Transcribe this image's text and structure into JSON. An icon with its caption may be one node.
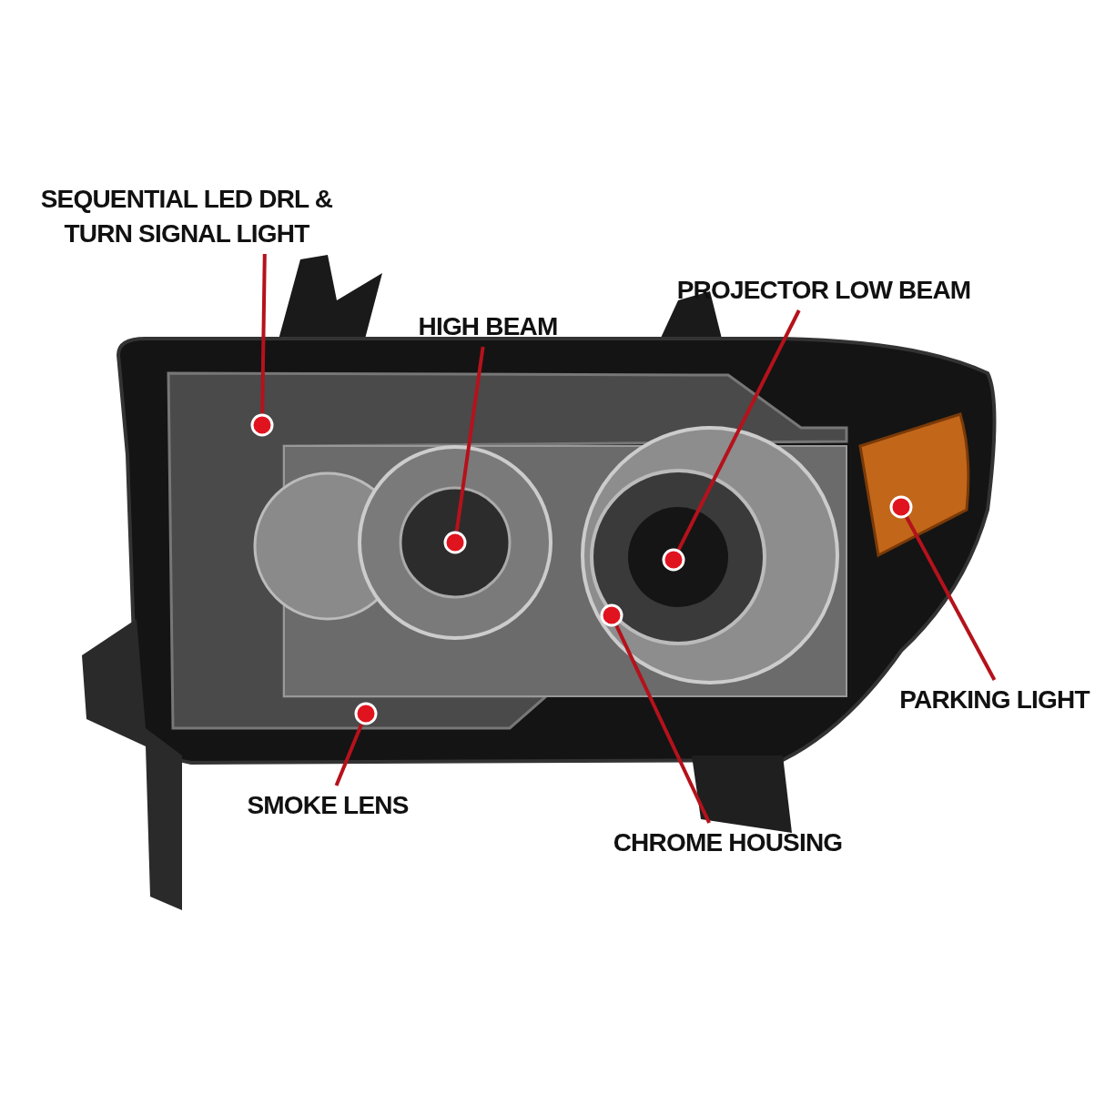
{
  "diagram": {
    "nodes": [
      {
        "text": [
          "SEQUENTIAL LED DRL & TURN SIGNAL LIGHT"
        ]
      },
      {
        "text": [],
        "shape": "circle"
      },
      {
        "text": [
          "HIGH BEAM"
        ]
      },
      {
        "text": [],
        "shape": "circle"
      },
      {
        "text": [
          "PROJECTOR LOW BEAM"
        ]
      },
      {
        "text": [],
        "shape": "circle"
      },
      {
        "text": [
          "PARKING LIGHT"
        ]
      },
      {
        "text": [],
        "shape": "circle"
      },
      {
        "text": [
          "SMOKE LENS"
        ]
      },
      {
        "text": [],
        "shape": "circle"
      },
      {
        "text": [
          "CHROME HOUSING"
        ]
      },
      {
        "text": [],
        "shape": "circle"
      }
    ],
    "edges": [
      {
        "from": 0,
        "to": 1,
        "arrow": "none"
      },
      {
        "from": 2,
        "to": 3,
        "arrow": "none"
      },
      {
        "from": 4,
        "to": 5,
        "arrow": "none"
      },
      {
        "from": 6,
        "to": 7,
        "arrow": "none"
      },
      {
        "from": 8,
        "to": 9,
        "arrow": "none"
      },
      {
        "from": 10,
        "to": 11,
        "arrow": "none"
      }
    ]
  }
}
